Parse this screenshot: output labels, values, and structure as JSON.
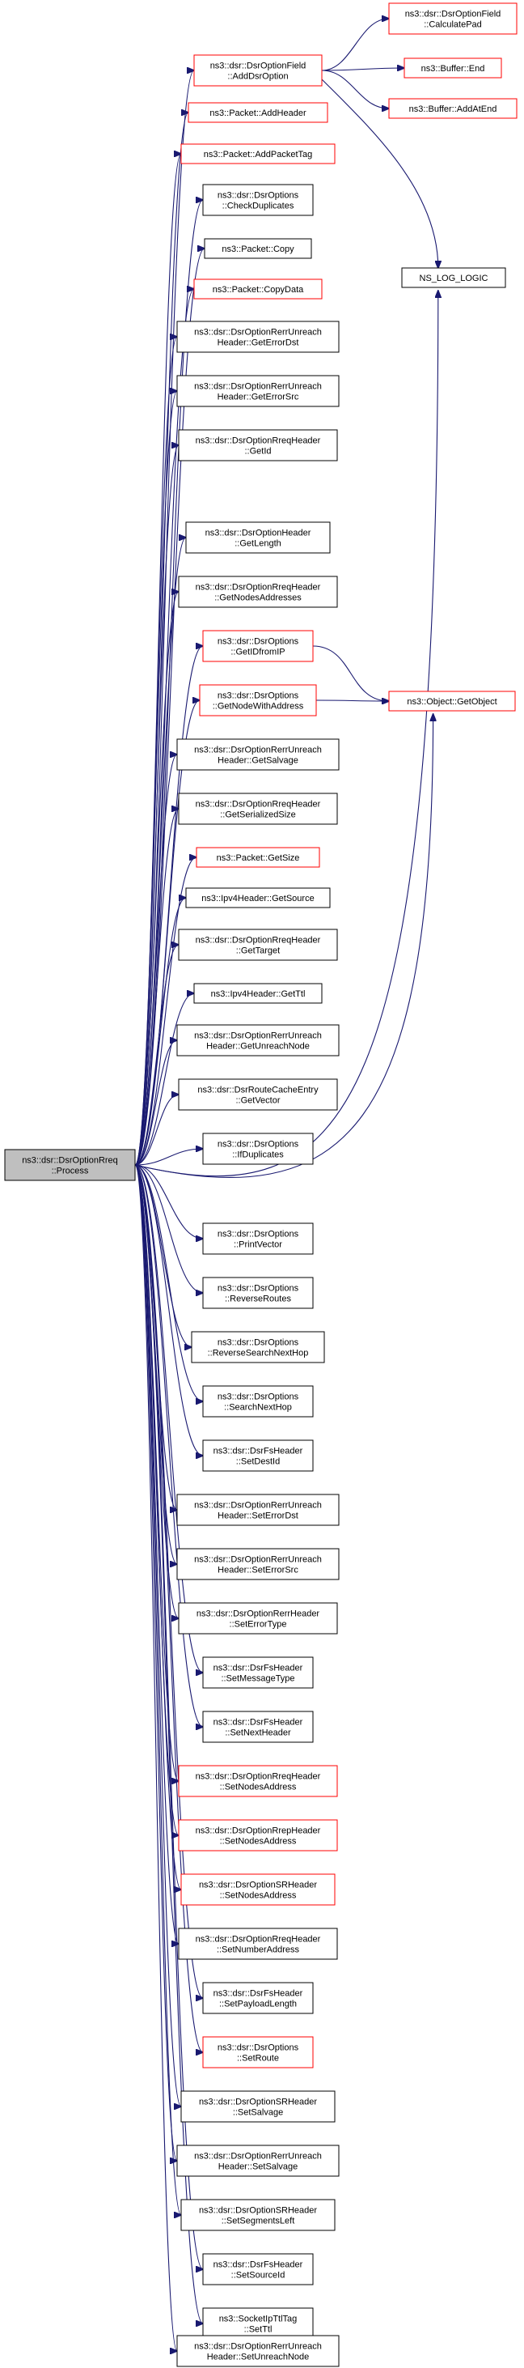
{
  "colors": {
    "edge": "#191970",
    "box_border": "#000000",
    "box_border_incomplete": "#ff0000",
    "root_fill": "#bfbfbf",
    "box_fill": "#ffffff"
  },
  "root": {
    "id": "root",
    "lines": [
      "ns3::dsr::DsrOptionRreq",
      "::Process"
    ]
  },
  "nodes": [
    {
      "id": "addDsrOption",
      "lines": [
        "ns3::dsr::DsrOptionField",
        "::AddDsrOption"
      ],
      "red": true
    },
    {
      "id": "calculatePad",
      "lines": [
        "ns3::dsr::DsrOptionField",
        "::CalculatePad"
      ],
      "red": true
    },
    {
      "id": "bufferEnd",
      "lines": [
        "ns3::Buffer::End"
      ],
      "red": true
    },
    {
      "id": "bufferAddAtEnd",
      "lines": [
        "ns3::Buffer::AddAtEnd"
      ],
      "red": true
    },
    {
      "id": "addHeader",
      "lines": [
        "ns3::Packet::AddHeader"
      ],
      "red": true
    },
    {
      "id": "addPacketTag",
      "lines": [
        "ns3::Packet::AddPacketTag"
      ],
      "red": true
    },
    {
      "id": "checkDuplicates",
      "lines": [
        "ns3::dsr::DsrOptions",
        "::CheckDuplicates"
      ],
      "red": false
    },
    {
      "id": "packetCopy",
      "lines": [
        "ns3::Packet::Copy"
      ],
      "red": false
    },
    {
      "id": "copyData",
      "lines": [
        "ns3::Packet::CopyData"
      ],
      "red": true
    },
    {
      "id": "nsLogLogic",
      "lines": [
        "NS_LOG_LOGIC"
      ],
      "red": false
    },
    {
      "id": "getErrorDst",
      "lines": [
        "ns3::dsr::DsrOptionRerrUnreach",
        "Header::GetErrorDst"
      ],
      "red": false
    },
    {
      "id": "getErrorSrc",
      "lines": [
        "ns3::dsr::DsrOptionRerrUnreach",
        "Header::GetErrorSrc"
      ],
      "red": false
    },
    {
      "id": "getId",
      "lines": [
        "ns3::dsr::DsrOptionRreqHeader",
        "::GetId"
      ],
      "red": false
    },
    {
      "id": "getLength",
      "lines": [
        "ns3::dsr::DsrOptionHeader",
        "::GetLength"
      ],
      "red": false
    },
    {
      "id": "getNodesAddresses",
      "lines": [
        "ns3::dsr::DsrOptionRreqHeader",
        "::GetNodesAddresses"
      ],
      "red": false
    },
    {
      "id": "getIDfromIP",
      "lines": [
        "ns3::dsr::DsrOptions",
        "::GetIDfromIP"
      ],
      "red": true
    },
    {
      "id": "getNodeWithAddress",
      "lines": [
        "ns3::dsr::DsrOptions",
        "::GetNodeWithAddress"
      ],
      "red": true
    },
    {
      "id": "getObject",
      "lines": [
        "ns3::Object::GetObject"
      ],
      "red": true
    },
    {
      "id": "getSalvage",
      "lines": [
        "ns3::dsr::DsrOptionRerrUnreach",
        "Header::GetSalvage"
      ],
      "red": false
    },
    {
      "id": "getSerializedSize",
      "lines": [
        "ns3::dsr::DsrOptionRreqHeader",
        "::GetSerializedSize"
      ],
      "red": false
    },
    {
      "id": "getSize",
      "lines": [
        "ns3::Packet::GetSize"
      ],
      "red": true
    },
    {
      "id": "getSource",
      "lines": [
        "ns3::Ipv4Header::GetSource"
      ],
      "red": false
    },
    {
      "id": "getTarget",
      "lines": [
        "ns3::dsr::DsrOptionRreqHeader",
        "::GetTarget"
      ],
      "red": false
    },
    {
      "id": "getTtl",
      "lines": [
        "ns3::Ipv4Header::GetTtl"
      ],
      "red": false
    },
    {
      "id": "getUnreachNode",
      "lines": [
        "ns3::dsr::DsrOptionRerrUnreach",
        "Header::GetUnreachNode"
      ],
      "red": false
    },
    {
      "id": "getVector",
      "lines": [
        "ns3::dsr::DsrRouteCacheEntry",
        "::GetVector"
      ],
      "red": false
    },
    {
      "id": "ifDuplicates",
      "lines": [
        "ns3::dsr::DsrOptions",
        "::IfDuplicates"
      ],
      "red": false
    },
    {
      "id": "printVector",
      "lines": [
        "ns3::dsr::DsrOptions",
        "::PrintVector"
      ],
      "red": false
    },
    {
      "id": "reverseRoutes",
      "lines": [
        "ns3::dsr::DsrOptions",
        "::ReverseRoutes"
      ],
      "red": false
    },
    {
      "id": "reverseSearchNextHop",
      "lines": [
        "ns3::dsr::DsrOptions",
        "::ReverseSearchNextHop"
      ],
      "red": false
    },
    {
      "id": "searchNextHop",
      "lines": [
        "ns3::dsr::DsrOptions",
        "::SearchNextHop"
      ],
      "red": false
    },
    {
      "id": "setDestId",
      "lines": [
        "ns3::dsr::DsrFsHeader",
        "::SetDestId"
      ],
      "red": false
    },
    {
      "id": "setErrorDst",
      "lines": [
        "ns3::dsr::DsrOptionRerrUnreach",
        "Header::SetErrorDst"
      ],
      "red": false
    },
    {
      "id": "setErrorSrc",
      "lines": [
        "ns3::dsr::DsrOptionRerrUnreach",
        "Header::SetErrorSrc"
      ],
      "red": false
    },
    {
      "id": "setErrorType",
      "lines": [
        "ns3::dsr::DsrOptionRerrHeader",
        "::SetErrorType"
      ],
      "red": false
    },
    {
      "id": "setMessageType",
      "lines": [
        "ns3::dsr::DsrFsHeader",
        "::SetMessageType"
      ],
      "red": false
    },
    {
      "id": "setNextHeader",
      "lines": [
        "ns3::dsr::DsrFsHeader",
        "::SetNextHeader"
      ],
      "red": false
    },
    {
      "id": "setNodesAddressRreq",
      "lines": [
        "ns3::dsr::DsrOptionRreqHeader",
        "::SetNodesAddress"
      ],
      "red": true
    },
    {
      "id": "setNodesAddressRrep",
      "lines": [
        "ns3::dsr::DsrOptionRrepHeader",
        "::SetNodesAddress"
      ],
      "red": true
    },
    {
      "id": "setNodesAddressSR",
      "lines": [
        "ns3::dsr::DsrOptionSRHeader",
        "::SetNodesAddress"
      ],
      "red": true
    },
    {
      "id": "setNumberAddress",
      "lines": [
        "ns3::dsr::DsrOptionRreqHeader",
        "::SetNumberAddress"
      ],
      "red": false
    },
    {
      "id": "setPayloadLength",
      "lines": [
        "ns3::dsr::DsrFsHeader",
        "::SetPayloadLength"
      ],
      "red": false
    },
    {
      "id": "setRoute",
      "lines": [
        "ns3::dsr::DsrOptions",
        "::SetRoute"
      ],
      "red": true
    },
    {
      "id": "setSalvageSR",
      "lines": [
        "ns3::dsr::DsrOptionSRHeader",
        "::SetSalvage"
      ],
      "red": false
    },
    {
      "id": "setSalvageRerr",
      "lines": [
        "ns3::dsr::DsrOptionRerrUnreach",
        "Header::SetSalvage"
      ],
      "red": false
    },
    {
      "id": "setSegmentsLeft",
      "lines": [
        "ns3::dsr::DsrOptionSRHeader",
        "::SetSegmentsLeft"
      ],
      "red": false
    },
    {
      "id": "setSourceId",
      "lines": [
        "ns3::dsr::DsrFsHeader",
        "::SetSourceId"
      ],
      "red": false
    },
    {
      "id": "setTtl",
      "lines": [
        "ns3::SocketIpTtlTag",
        "::SetTtl"
      ],
      "red": false
    },
    {
      "id": "setUnreachNode",
      "lines": [
        "ns3::dsr::DsrOptionRerrUnreach",
        "Header::SetUnreachNode"
      ],
      "red": false
    }
  ],
  "edges": [
    [
      "root",
      "addDsrOption"
    ],
    [
      "root",
      "addHeader"
    ],
    [
      "root",
      "addPacketTag"
    ],
    [
      "root",
      "checkDuplicates"
    ],
    [
      "root",
      "packetCopy"
    ],
    [
      "root",
      "copyData"
    ],
    [
      "root",
      "getErrorDst"
    ],
    [
      "root",
      "getErrorSrc"
    ],
    [
      "root",
      "getId"
    ],
    [
      "root",
      "nsLogLogic"
    ],
    [
      "root",
      "getLength"
    ],
    [
      "root",
      "getNodesAddresses"
    ],
    [
      "root",
      "getIDfromIP"
    ],
    [
      "root",
      "getNodeWithAddress"
    ],
    [
      "root",
      "getSalvage"
    ],
    [
      "root",
      "getSerializedSize"
    ],
    [
      "root",
      "getSize"
    ],
    [
      "root",
      "getSource"
    ],
    [
      "root",
      "getTarget"
    ],
    [
      "root",
      "getTtl"
    ],
    [
      "root",
      "getUnreachNode"
    ],
    [
      "root",
      "getVector"
    ],
    [
      "root",
      "ifDuplicates"
    ],
    [
      "root",
      "getObject"
    ],
    [
      "root",
      "printVector"
    ],
    [
      "root",
      "reverseRoutes"
    ],
    [
      "root",
      "reverseSearchNextHop"
    ],
    [
      "root",
      "searchNextHop"
    ],
    [
      "root",
      "setDestId"
    ],
    [
      "root",
      "setErrorDst"
    ],
    [
      "root",
      "setErrorSrc"
    ],
    [
      "root",
      "setErrorType"
    ],
    [
      "root",
      "setMessageType"
    ],
    [
      "root",
      "setNextHeader"
    ],
    [
      "root",
      "setNodesAddressRreq"
    ],
    [
      "root",
      "setNodesAddressRrep"
    ],
    [
      "root",
      "setNodesAddressSR"
    ],
    [
      "root",
      "setNumberAddress"
    ],
    [
      "root",
      "setPayloadLength"
    ],
    [
      "root",
      "setRoute"
    ],
    [
      "root",
      "setSalvageSR"
    ],
    [
      "root",
      "setSalvageRerr"
    ],
    [
      "root",
      "setSegmentsLeft"
    ],
    [
      "root",
      "setSourceId"
    ],
    [
      "root",
      "setTtl"
    ],
    [
      "root",
      "setUnreachNode"
    ],
    [
      "addDsrOption",
      "calculatePad"
    ],
    [
      "addDsrOption",
      "bufferEnd"
    ],
    [
      "addDsrOption",
      "bufferAddAtEnd"
    ],
    [
      "addDsrOption",
      "nsLogLogic"
    ],
    [
      "getIDfromIP",
      "getObject"
    ],
    [
      "getNodeWithAddress",
      "getObject"
    ]
  ]
}
